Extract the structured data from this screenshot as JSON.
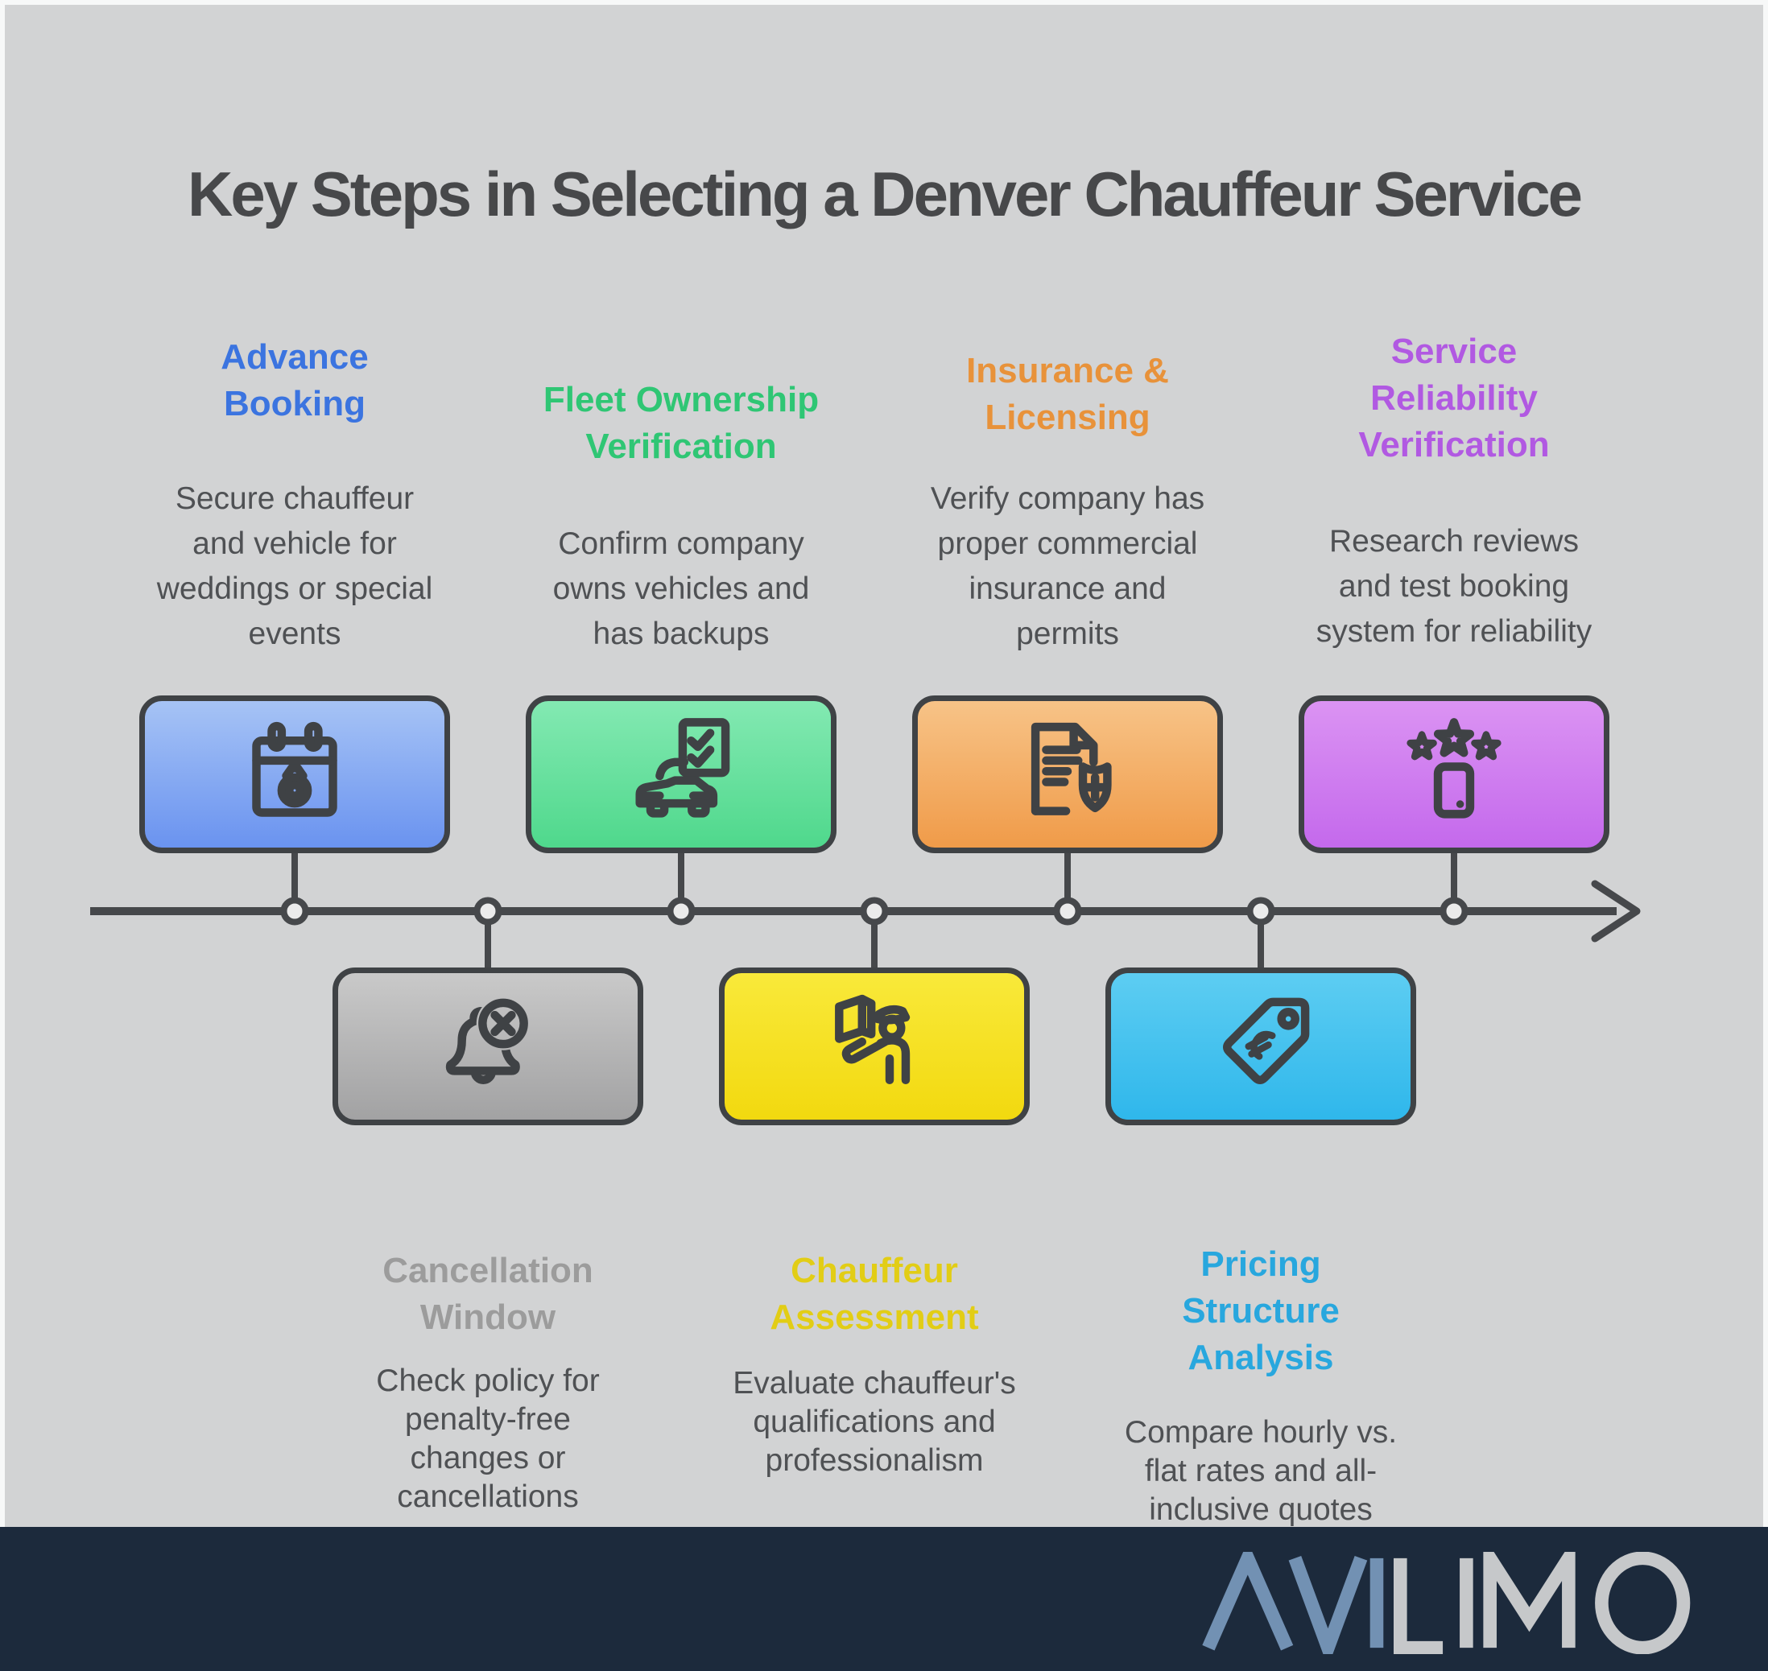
{
  "title": "Key Steps in Selecting a Denver Chauffeur Service",
  "colors": {
    "background_frame": "#f7f8f8",
    "panel": "#d2d3d4",
    "outline": "#3f4245",
    "timeline": "#46484b",
    "body_text": "#4f5154",
    "title_text": "#47484a",
    "footer_bar": "#1c2a3c",
    "brand_blue": "#7291b3",
    "brand_gray": "#c6c8ca"
  },
  "top_steps": [
    {
      "heading": "Advance\nBooking",
      "heading_color": "#3b74e0",
      "body": "Secure chauffeur\nand vehicle for\nweddings or special\nevents",
      "icon": "wedding-calendar-icon",
      "box_gradient": [
        "#a6c3f5",
        "#6a93f0"
      ]
    },
    {
      "heading": "Fleet Ownership\nVerification",
      "heading_color": "#2fc674",
      "body": "Confirm company\nowns vehicles and\nhas backups",
      "icon": "car-checklist-icon",
      "box_gradient": [
        "#83e9b2",
        "#4fd88c"
      ]
    },
    {
      "heading": "Insurance &\nLicensing",
      "heading_color": "#e8923a",
      "body": "Verify company has\nproper commercial\ninsurance and\npermits",
      "icon": "document-shield-icon",
      "box_gradient": [
        "#f7c387",
        "#f09b49"
      ]
    },
    {
      "heading": "Service\nReliability\nVerification",
      "heading_color": "#b159e2",
      "body": "Research reviews\nand test booking\nsystem for reliability",
      "icon": "rating-stars-phone-icon",
      "box_gradient": [
        "#db93f3",
        "#c469ec"
      ]
    }
  ],
  "bottom_steps": [
    {
      "heading": "Cancellation\nWindow",
      "heading_color": "#9c9c9c",
      "body": "Check policy for\npenalty-free\nchanges or\ncancellations",
      "icon": "bell-cancel-icon",
      "box_gradient": [
        "#c9c9c9",
        "#a2a2a3"
      ]
    },
    {
      "heading": "Chauffeur\nAssessment",
      "heading_color": "#e2cd15",
      "body": "Evaluate chauffeur's\nqualifications and\nprofessionalism",
      "icon": "chauffeur-icon",
      "box_gradient": [
        "#f9e93a",
        "#f2d90f"
      ]
    },
    {
      "heading": "Pricing\nStructure\nAnalysis",
      "heading_color": "#28a7de",
      "body": "Compare hourly vs.\nflat rates and all-\ninclusive quotes",
      "icon": "price-tag-icon",
      "box_gradient": [
        "#5dcdf2",
        "#2fb7eb"
      ]
    }
  ],
  "brand": {
    "name": "AVILIMO",
    "prefix": "AVI",
    "suffix": "LIMO"
  }
}
